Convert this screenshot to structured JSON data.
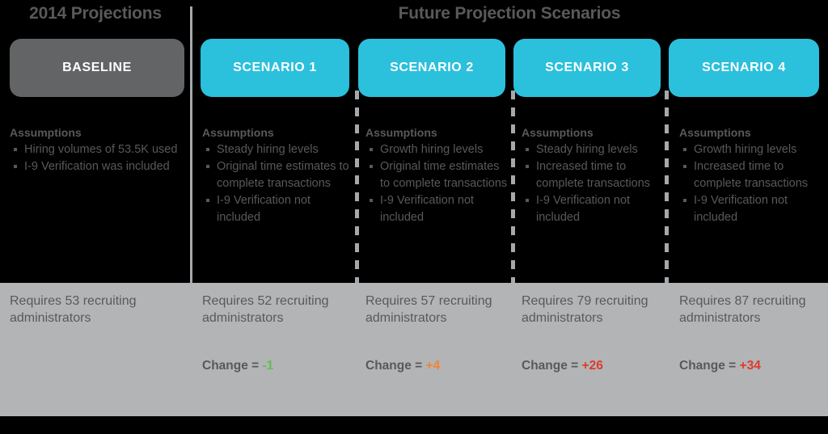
{
  "headings": {
    "baseline": "2014 Projections",
    "scenarios": "Future Projection Scenarios"
  },
  "colors": {
    "background": "#000000",
    "baseline_pill": "#636466",
    "scenario_pill": "#2bc0dc",
    "text_gray": "#58595b",
    "band_gray": "#b2b4b6",
    "divider_gray": "#a6a8ab",
    "change_negative": "#5cc24d",
    "change_small_positive": "#f58233",
    "change_large_positive": "#e03a29"
  },
  "assumptions_label": "Assumptions",
  "columns": [
    {
      "id": "baseline",
      "pill_label": "BASELINE",
      "pill_type": "baseline",
      "assumptions": [
        "Hiring volumes of 53.5K used",
        "I-9 Verification was included"
      ],
      "requires": "Requires 53 recruiting administrators",
      "change_label": null,
      "change_value": null,
      "change_color": null
    },
    {
      "id": "scenario-1",
      "pill_label": "SCENARIO 1",
      "pill_type": "scenario",
      "assumptions": [
        "Steady hiring levels",
        "Original time estimates to complete transactions",
        "I-9 Verification not included"
      ],
      "requires": "Requires 52 recruiting administrators",
      "change_label": "Change = ",
      "change_value": "-1",
      "change_color": "#5cc24d"
    },
    {
      "id": "scenario-2",
      "pill_label": "SCENARIO 2",
      "pill_type": "scenario",
      "assumptions": [
        "Growth hiring levels",
        "Original time estimates to complete transactions",
        "I-9 Verification not included"
      ],
      "requires": "Requires 57 recruiting administrators",
      "change_label": "Change = ",
      "change_value": "+4",
      "change_color": "#f58233"
    },
    {
      "id": "scenario-3",
      "pill_label": "SCENARIO 3",
      "pill_type": "scenario",
      "assumptions": [
        "Steady hiring levels",
        "Increased time to complete transactions",
        "I-9 Verification not included"
      ],
      "requires": "Requires 79 recruiting administrators",
      "change_label": "Change = ",
      "change_value": "+26",
      "change_color": "#e03a29"
    },
    {
      "id": "scenario-4",
      "pill_label": "SCENARIO 4",
      "pill_type": "scenario",
      "assumptions": [
        "Growth hiring levels",
        "Increased time to complete transactions",
        "I-9 Verification not included"
      ],
      "requires": "Requires 87 recruiting administrators",
      "change_label": "Change = ",
      "change_value": "+34",
      "change_color": "#e03a29"
    }
  ]
}
